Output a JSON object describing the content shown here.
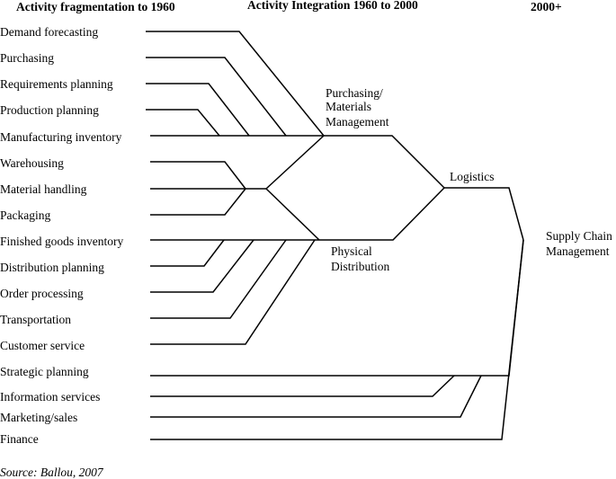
{
  "headers": {
    "col1": "Activity fragmentation to 1960",
    "col2": "Activity Integration 1960 to 2000",
    "col3": "2000+"
  },
  "activities": [
    "Demand forecasting",
    "Purchasing",
    "Requirements planning",
    "Production planning",
    "Manufacturing inventory",
    "Warehousing",
    "Material handling",
    "Packaging",
    "Finished goods inventory",
    "Distribution planning",
    "Order processing",
    "Transportation",
    "Customer service",
    "Strategic planning",
    "Information services",
    "Marketing/sales",
    "Finance"
  ],
  "groups": {
    "purchasing_line1": "Purchasing/",
    "purchasing_line2": "Materials",
    "purchasing_line3": "Management",
    "physical_line1": "Physical",
    "physical_line2": "Distribution",
    "logistics": "Logistics",
    "scm_line1": "Supply Chain",
    "scm_line2": "Management"
  },
  "source": "Source: Ballou, 2007"
}
